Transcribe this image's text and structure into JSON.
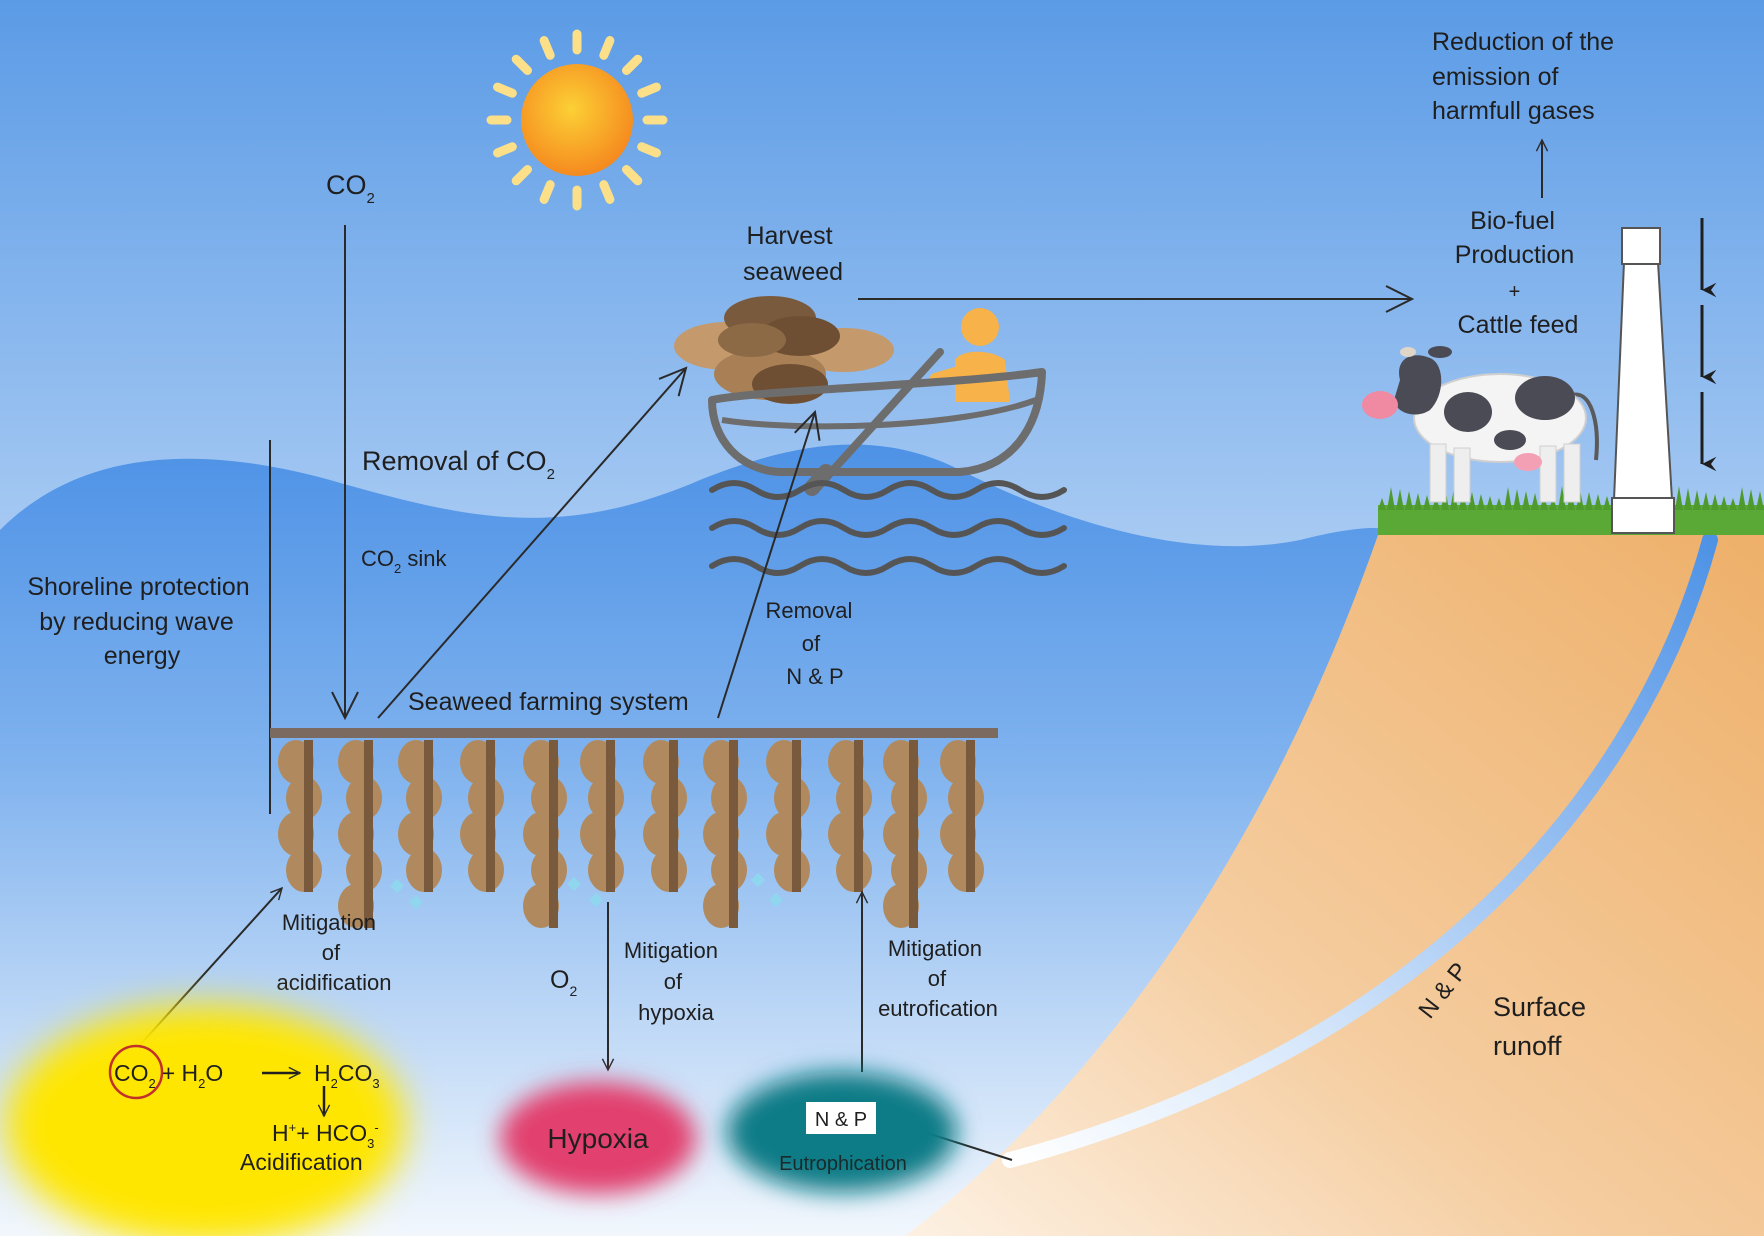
{
  "sky": {
    "co2_top": "CO",
    "co2_top_sub": "2"
  },
  "top_right": {
    "reduction_lines": [
      "Reduction of the",
      "emission of",
      "harmfull gases"
    ],
    "biofuel_lines": [
      "Bio-fuel",
      "Production",
      "+",
      "Cattle feed"
    ]
  },
  "harvest": {
    "lines": [
      "Harvest",
      "seaweed"
    ]
  },
  "water": {
    "removal_co2": "Removal of CO",
    "removal_co2_sub": "2",
    "co2_sink": "CO",
    "co2_sink_sub": "2",
    "co2_sink_suffix": " sink",
    "shoreline_lines": [
      "Shoreline protection",
      "by reducing wave",
      "energy"
    ],
    "removal_np_lines": [
      "Removal",
      "of",
      "N & P"
    ],
    "farm_label": "Seaweed farming system"
  },
  "mitigation": {
    "acidification_lines": [
      "Mitigation",
      "of",
      "acidification"
    ],
    "hypoxia_lines": [
      "Mitigation",
      "of",
      "hypoxia"
    ],
    "eutrofication_lines": [
      "Mitigation",
      "of",
      "eutrofication"
    ],
    "o2": "O",
    "o2_sub": "2"
  },
  "bottom": {
    "acid_co2": "CO",
    "acid_co2_sub": "2",
    "acid_plus_h2o": "+ H",
    "acid_h2o_sub": "2",
    "acid_h2o_o": "O",
    "acid_h": "H",
    "acid_h_sub": "2",
    "acid_co3": "CO",
    "acid_co3_sub": "3",
    "acid_hplus": "H",
    "acid_hplus_sup": "+",
    "acid_hco3": "+ HCO",
    "acid_hco3_sub": "3",
    "acid_hco3_sup": "-",
    "acidification": "Acidification",
    "hypoxia": "Hypoxia",
    "np_box": "N & P",
    "eutrophication": "Eutrophication"
  },
  "land": {
    "np_channel": "N & P",
    "runoff_lines": [
      "Surface",
      "runoff"
    ]
  },
  "colors": {
    "sky_top": "#5b9be6",
    "sky_bottom": "#e6f0fb",
    "sea": "#4e92e6",
    "land": "#f0b877",
    "grass": "#5aa836",
    "seaweed": "#b08a5e",
    "seaweed_dark": "#7a5a3c",
    "hypoxia": "#e2406e",
    "eutrophication": "#0f7c86",
    "acidification": "#ffe600",
    "sun": "#f7a21c"
  }
}
